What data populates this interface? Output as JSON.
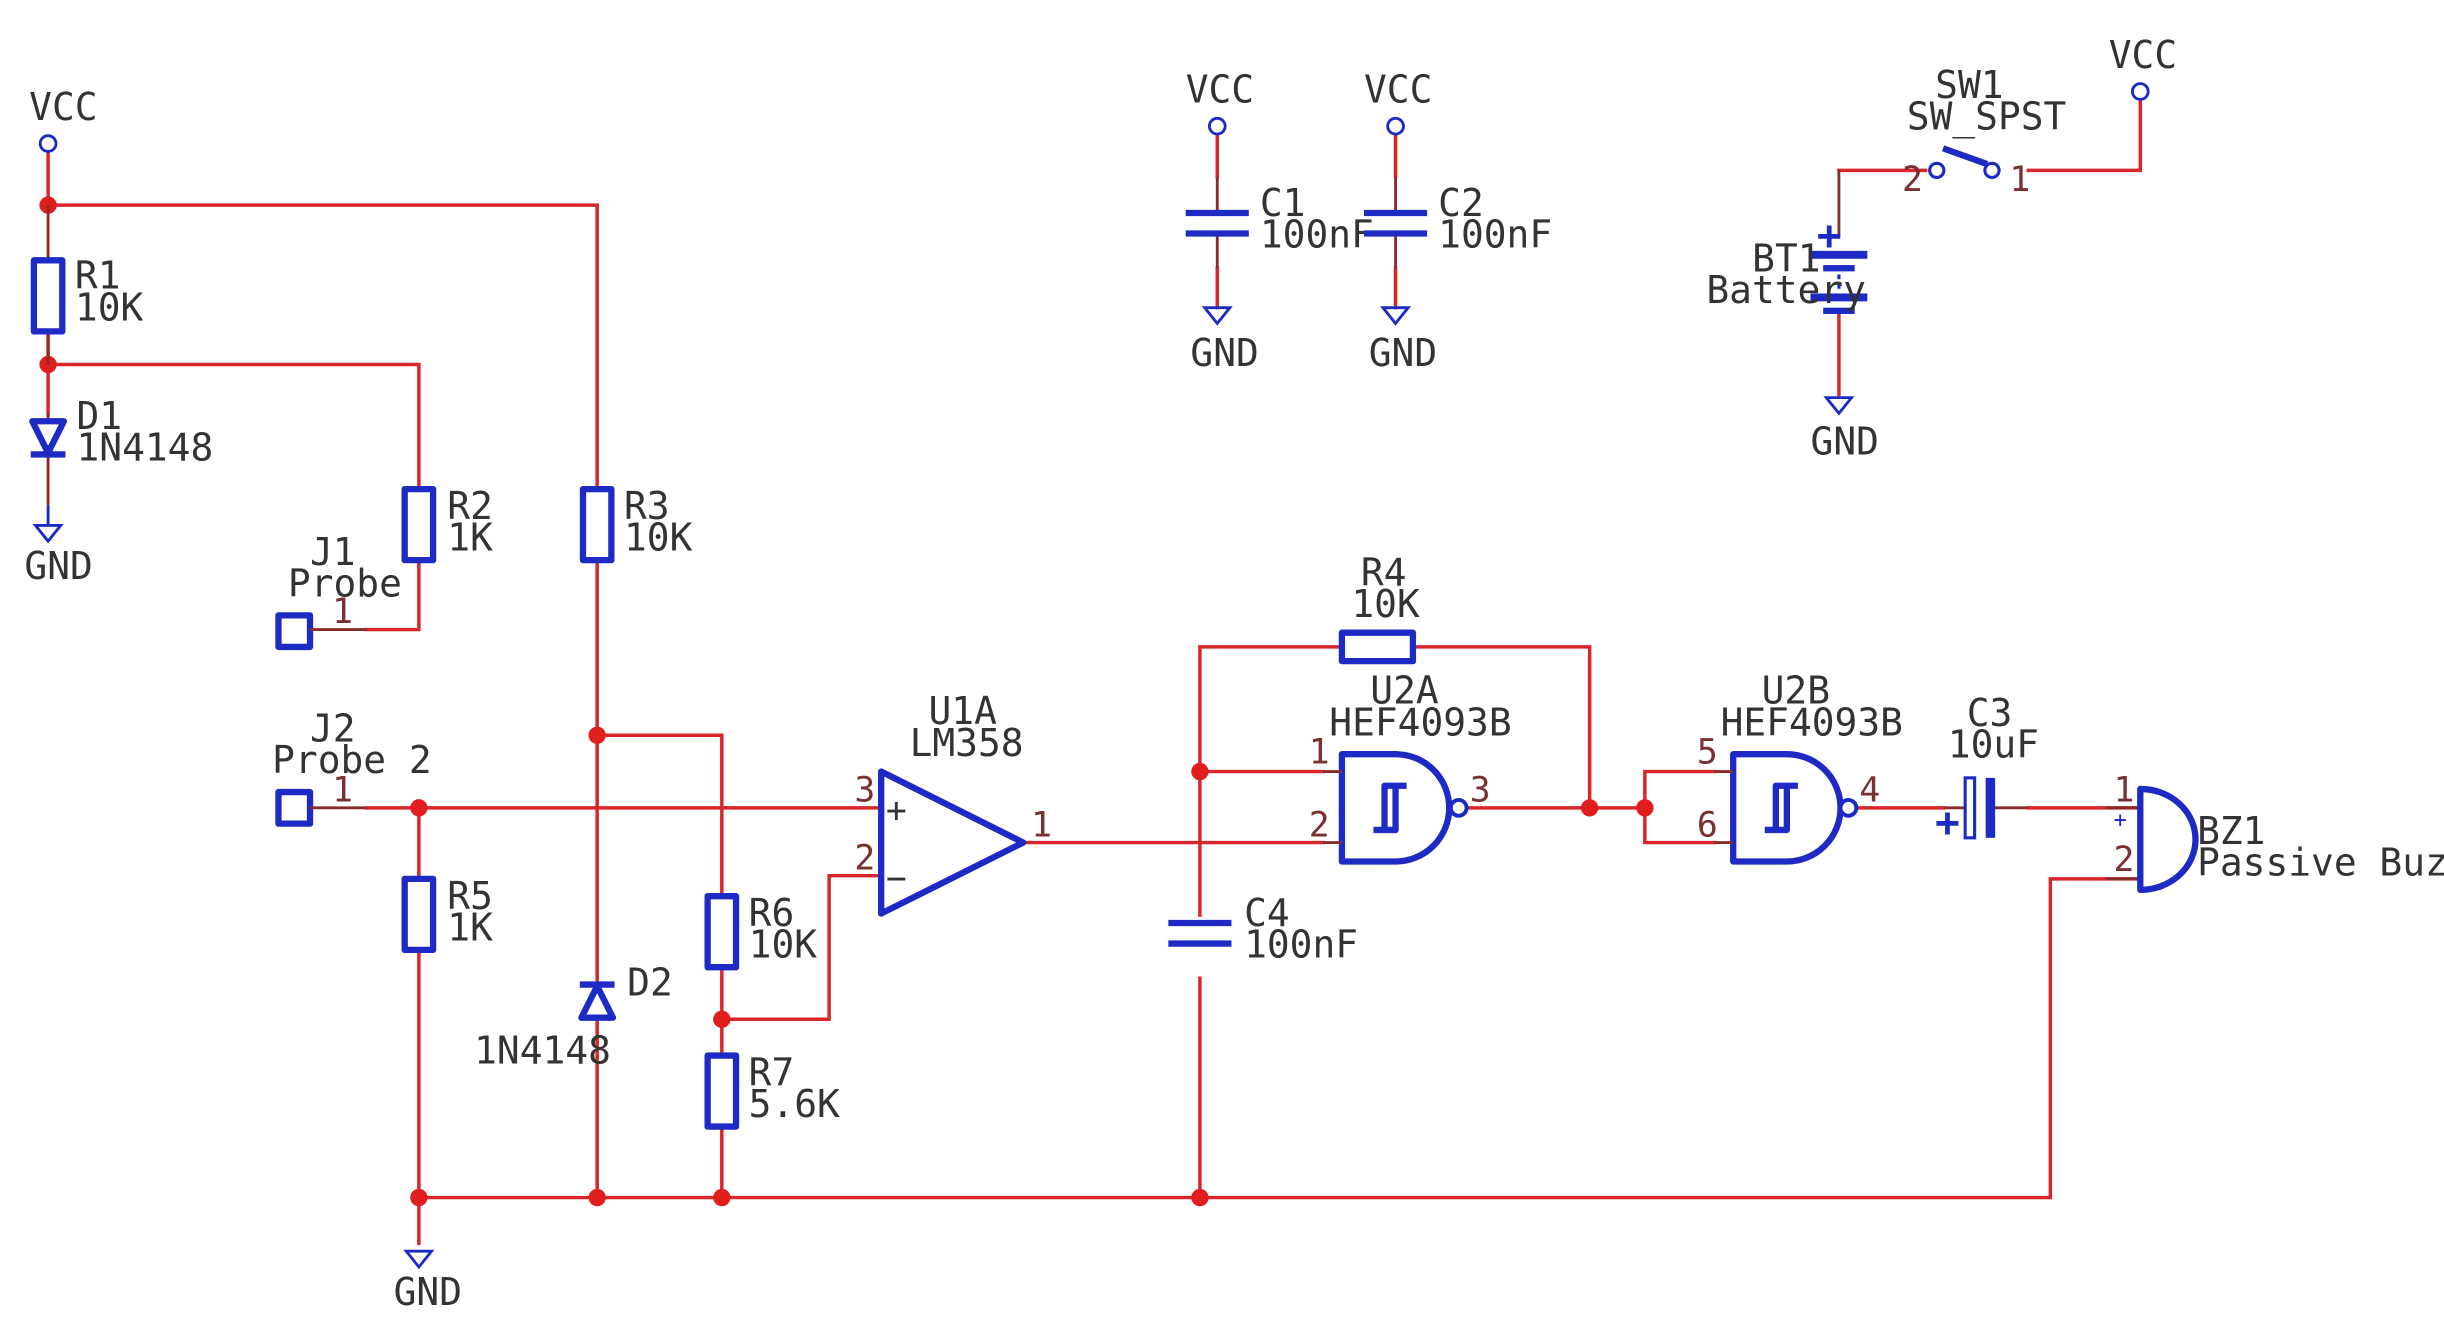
{
  "power": {
    "vcc": "VCC",
    "gnd": "GND"
  },
  "components": {
    "R1": {
      "ref": "R1",
      "value": "10K"
    },
    "D1": {
      "ref": "D1",
      "value": "1N4148"
    },
    "R2": {
      "ref": "R2",
      "value": "1K"
    },
    "R3": {
      "ref": "R3",
      "value": "10K"
    },
    "J1": {
      "ref": "J1",
      "value": "Probe",
      "pin": "1"
    },
    "J2": {
      "ref": "J2",
      "value": "Probe 2",
      "pin": "1"
    },
    "R5": {
      "ref": "R5",
      "value": "1K"
    },
    "D2": {
      "ref": "D2",
      "value": "1N4148"
    },
    "R6": {
      "ref": "R6",
      "value": "10K"
    },
    "R7": {
      "ref": "R7",
      "value": "5.6K"
    },
    "U1A": {
      "ref": "U1A",
      "value": "LM358",
      "pin_in_plus": "3",
      "pin_in_minus": "2",
      "pin_out": "1",
      "plus_sign": "+",
      "minus_sign": "−"
    },
    "C1": {
      "ref": "C1",
      "value": "100nF"
    },
    "C2": {
      "ref": "C2",
      "value": "100nF"
    },
    "C4": {
      "ref": "C4",
      "value": "100nF"
    },
    "R4": {
      "ref": "R4",
      "value": "10K"
    },
    "U2A": {
      "ref": "U2A",
      "value": "HEF4093B",
      "pin_a": "1",
      "pin_b": "2",
      "pin_out": "3"
    },
    "U2B": {
      "ref": "U2B",
      "value": "HEF4093B",
      "pin_a": "5",
      "pin_b": "6",
      "pin_out": "4"
    },
    "C3": {
      "ref": "C3",
      "value": "10uF",
      "plus_sign": "+"
    },
    "BZ1": {
      "ref": "BZ1",
      "value": "Passive Buzzer",
      "pin1": "1",
      "pin2": "2",
      "plus_sign": "+"
    },
    "SW1": {
      "ref": "SW1",
      "value": "SW_SPST",
      "pin1": "1",
      "pin2": "2"
    },
    "BT1": {
      "ref": "BT1",
      "value": "Battery",
      "plus_sign": "+"
    }
  },
  "colors": {
    "wire": "#d9262b",
    "symbol": "#1d2bc4",
    "junction": "#e01e1e",
    "pin": "#8a2b2b",
    "text": "#333333"
  }
}
